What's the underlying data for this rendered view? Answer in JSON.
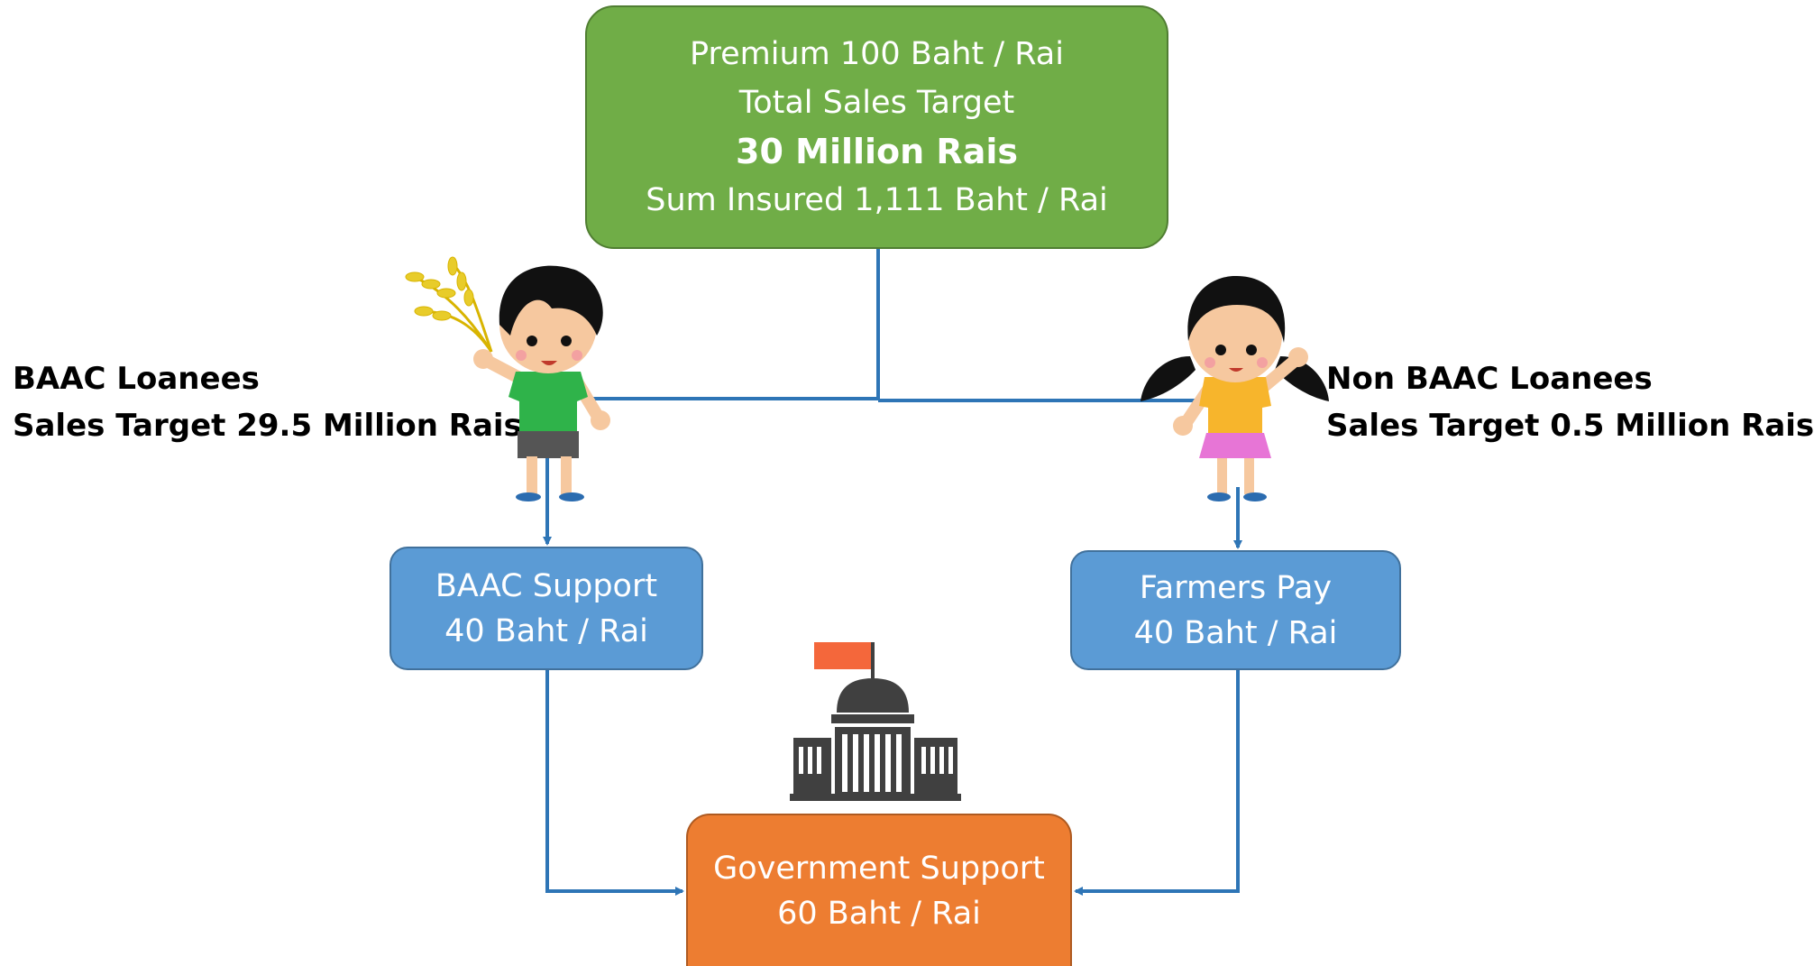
{
  "top_box": {
    "line1": "Premium 100 Baht / Rai",
    "line2": "Total Sales Target",
    "line3": "30 Million Rais",
    "line4": "Sum Insured 1,111 Baht / Rai"
  },
  "left_label": {
    "line1": "BAAC Loanees",
    "line2": "Sales Target 29.5 Million Rais"
  },
  "right_label": {
    "line1": "Non BAAC Loanees",
    "line2": "Sales Target 0.5 Million Rais"
  },
  "baac_support": {
    "line1": "BAAC Support",
    "line2": "40 Baht / Rai"
  },
  "farmers_pay": {
    "line1": "Farmers Pay",
    "line2": "40 Baht / Rai"
  },
  "government_support": {
    "line1": "Government Support",
    "line2": "60 Baht / Rai"
  },
  "icons": {
    "boy": "farmer-boy-icon",
    "girl": "farmer-girl-icon",
    "government": "government-building-icon"
  },
  "colors": {
    "green_box": "#70ad47",
    "blue_box": "#5b9bd5",
    "orange_box": "#ed7d31",
    "connector": "#2e75b6",
    "flag": "#f4673b",
    "building": "#404040"
  }
}
